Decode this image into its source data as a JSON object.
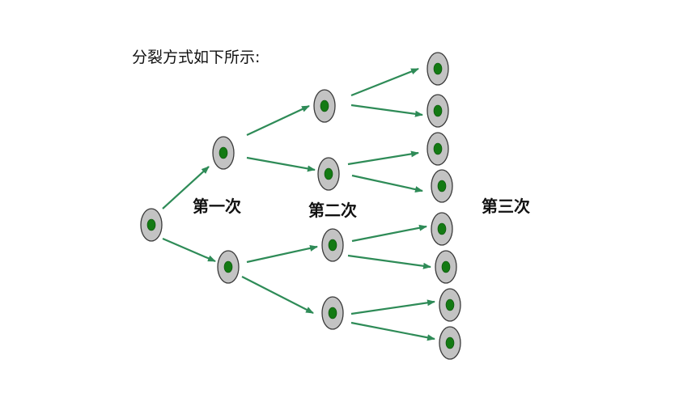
{
  "caption": "分裂方式如下所示:",
  "labels": {
    "gen1": "第一次",
    "gen2": "第二次",
    "gen3": "第三次"
  },
  "colors": {
    "cell_body": "#c3c3c3",
    "nucleus": "#137a13",
    "arrow": "#2e8b57"
  },
  "structure": {
    "division_factor": 2,
    "cell_counts_per_generation": [
      1,
      2,
      4,
      8
    ]
  }
}
